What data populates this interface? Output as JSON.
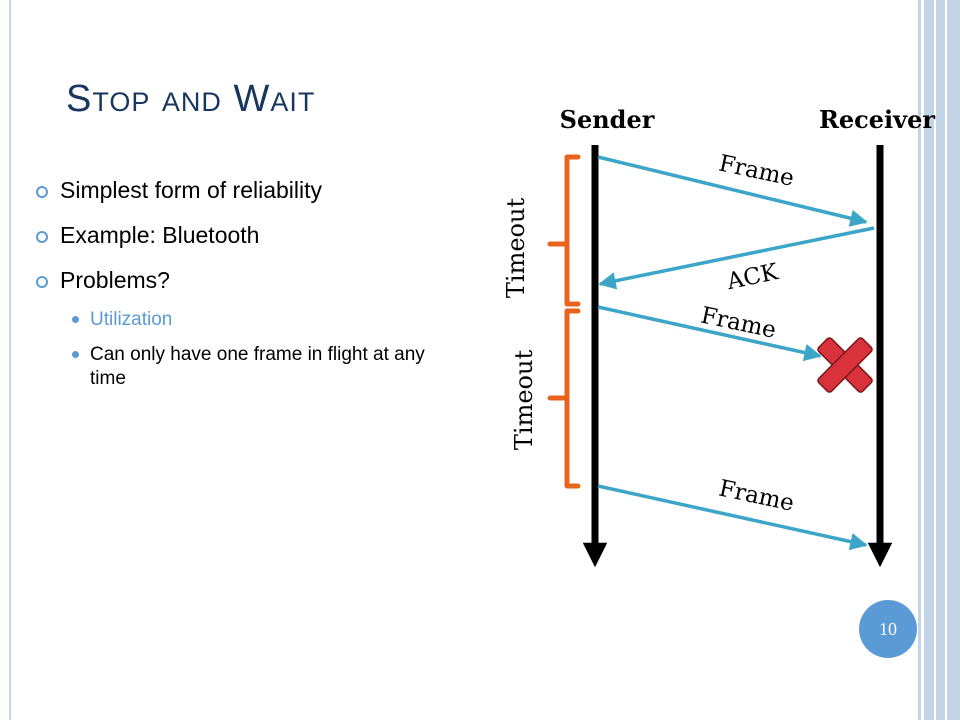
{
  "slide": {
    "title": "Stop and Wait",
    "bullets": [
      "Simplest form of reliability",
      "Example:  Bluetooth",
      "Problems?"
    ],
    "sub_bullets": [
      "Utilization",
      "Can only have one frame in flight at any time"
    ],
    "page_number": "10"
  },
  "diagram": {
    "sender_label": "Sender",
    "receiver_label": "Receiver",
    "timeout_label": "Timeout",
    "messages": [
      {
        "label": "Frame",
        "from": "sender",
        "delivered": true
      },
      {
        "label": "ACK",
        "from": "receiver",
        "delivered": true
      },
      {
        "label": "Frame",
        "from": "sender",
        "delivered": false
      },
      {
        "label": "Frame",
        "from": "sender",
        "delivered": true
      }
    ],
    "colors": {
      "arrow": "#3ca5c8",
      "bracket": "#e8641e",
      "lost_marker": "#d9323c",
      "lifeline": "#000000"
    }
  }
}
